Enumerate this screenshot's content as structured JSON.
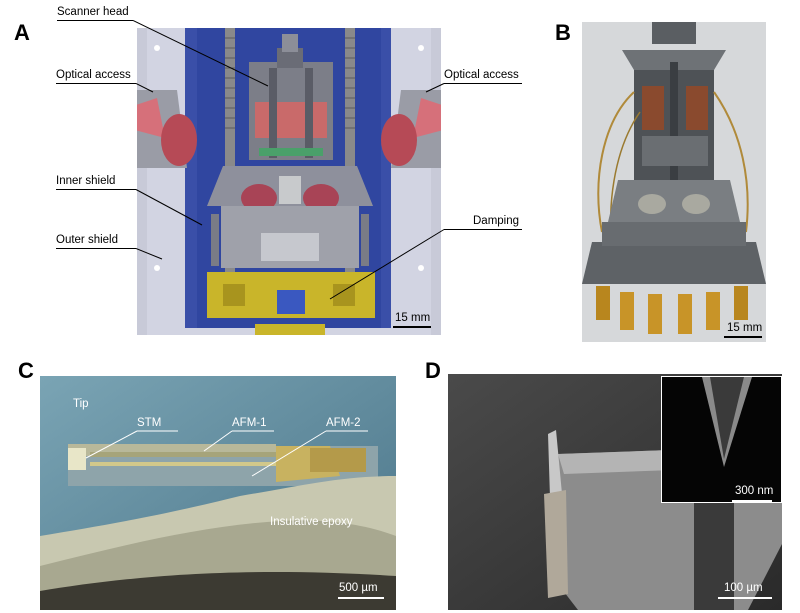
{
  "figure": {
    "panels": [
      {
        "letter": "A",
        "scale": "15 mm"
      },
      {
        "letter": "B",
        "scale": "15 mm"
      },
      {
        "letter": "C",
        "scale": "500 µm"
      },
      {
        "letter": "D",
        "scale": "100 µm",
        "inset_scale": "300 nm"
      }
    ]
  },
  "panel_a": {
    "labels": {
      "scanner_head": "Scanner head",
      "optical_access_left": "Optical access",
      "optical_access_right": "Optical access",
      "inner_shield": "Inner shield",
      "outer_shield": "Outer shield",
      "damping": "Damping"
    }
  },
  "panel_c": {
    "labels": {
      "tip": "Tip",
      "stm": "STM",
      "afm1": "AFM-1",
      "afm2": "AFM-2",
      "epoxy": "Insulative epoxy"
    }
  }
}
